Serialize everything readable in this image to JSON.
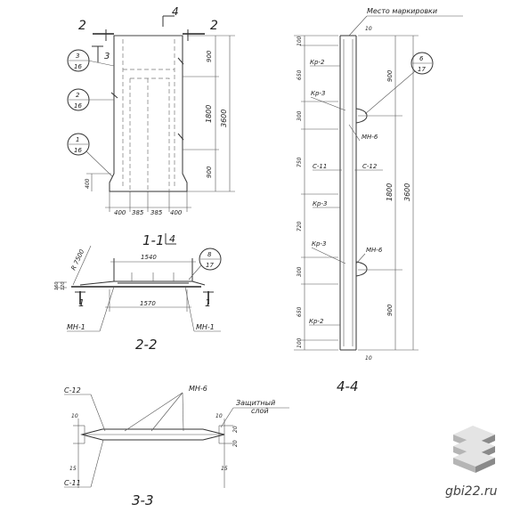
{
  "drawing": {
    "sections": {
      "s11": "1-1",
      "s22": "2-2",
      "s33": "3-3",
      "s44": "4-4"
    },
    "cut_marks": {
      "two_left": "2",
      "two_right": "2",
      "four_top": "4",
      "four_bottom": "4",
      "three": "3",
      "one_left": "1",
      "one_right": "1"
    },
    "callouts": [
      {
        "top": "3",
        "bottom": "16"
      },
      {
        "top": "2",
        "bottom": "16"
      },
      {
        "top": "1",
        "bottom": "16"
      },
      {
        "top": "8",
        "bottom": "17"
      },
      {
        "top": "6",
        "bottom": "17"
      }
    ],
    "dims_view1": {
      "height_total": "3600",
      "h_900_top": "900",
      "h_1800": "1800",
      "h_900_bottom": "900",
      "h_400": "400",
      "w_400_left": "400",
      "w_385_a": "385",
      "w_385_b": "385",
      "w_400_right": "400"
    },
    "dims_view2": {
      "top_width": "1540",
      "bottom_width": "1570",
      "radius": "R 7500",
      "h_160": "160",
      "h_120": "120",
      "mn_left": "МН-1",
      "mn_right": "МН-1"
    },
    "dims_view4": {
      "marking_label": "Место маркировки",
      "total": "3600",
      "left_dims": [
        "100",
        "650",
        "300",
        "750",
        "720",
        "300",
        "650",
        "100"
      ],
      "right_900_top": "900",
      "right_1800": "1800",
      "right_900_bottom": "900",
      "d10_top": "10",
      "d10_bottom": "10",
      "labels": {
        "kp2_top": "Кр-2",
        "kp3_a": "Кр-3",
        "mn6_a": "МН-6",
        "c11": "С-11",
        "c12": "С-12",
        "kp3_b": "Кр-3",
        "kp3_c": "Кр-3",
        "mn6_b": "МН-6",
        "kp2_bottom": "Кр-2"
      }
    },
    "dims_view3": {
      "c12": "С-12",
      "c11": "С-11",
      "mn6": "МН-6",
      "protective_layer_1": "Защитный",
      "protective_layer_2": "слой",
      "d10_left": "10",
      "d10_right": "10",
      "d15_left": "15",
      "d15_right": "15",
      "d20_a": "20",
      "d20_b": "20"
    }
  },
  "watermark": {
    "site": "gbi22.ru",
    "icon": "stacked-slabs-icon",
    "colors": {
      "top": "#e4e4e4",
      "side": "#b5b5b5",
      "dark": "#8a8a8a"
    }
  }
}
